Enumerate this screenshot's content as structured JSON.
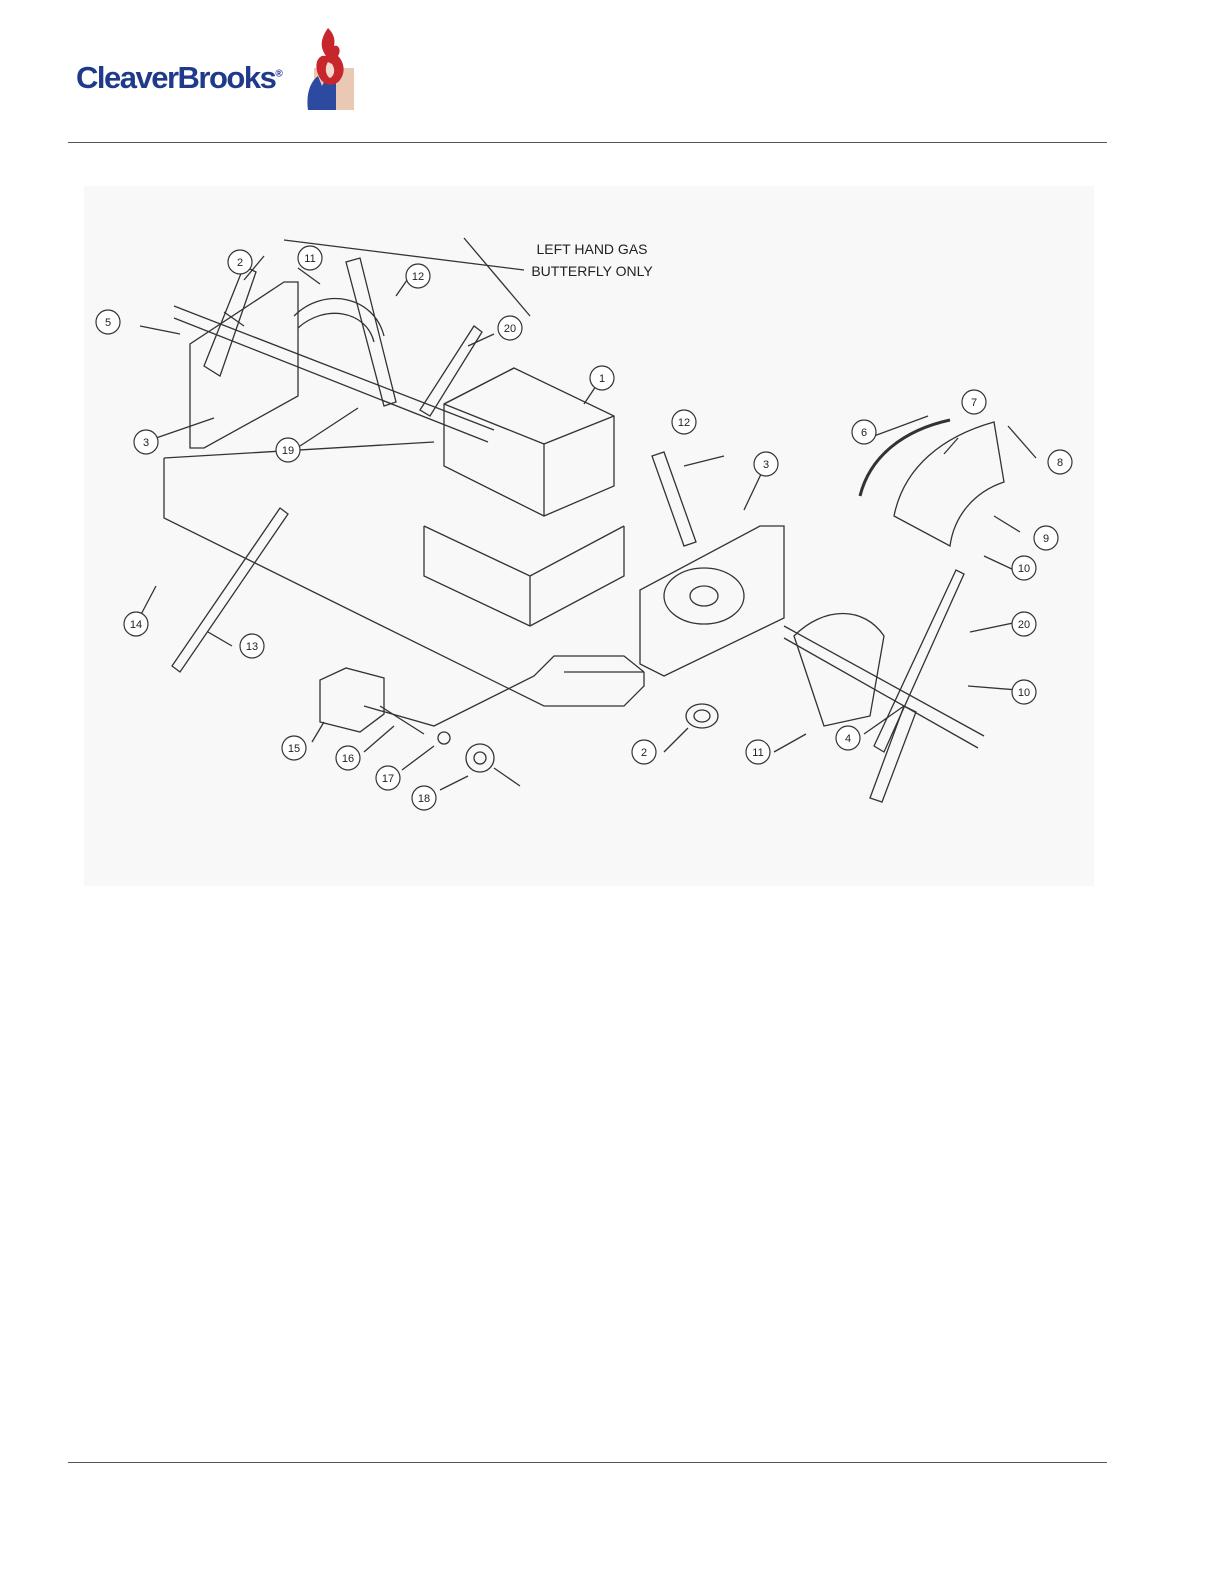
{
  "header": {
    "brand_name": "CleaverBrooks",
    "brand_mark": "®",
    "brand_colors": {
      "text": "#1f3a8a",
      "flame": "#c8262d",
      "hand": "#2b4aa0"
    }
  },
  "figure": {
    "note_line1": "LEFT HAND GAS",
    "note_line2": "BUTTERFLY ONLY",
    "callouts": [
      "5",
      "2",
      "11",
      "12",
      "20",
      "1",
      "3",
      "19",
      "12",
      "3",
      "6",
      "7",
      "8",
      "9",
      "10",
      "14",
      "13",
      "20",
      "10",
      "15",
      "16",
      "17",
      "18",
      "2",
      "11",
      "4"
    ]
  }
}
